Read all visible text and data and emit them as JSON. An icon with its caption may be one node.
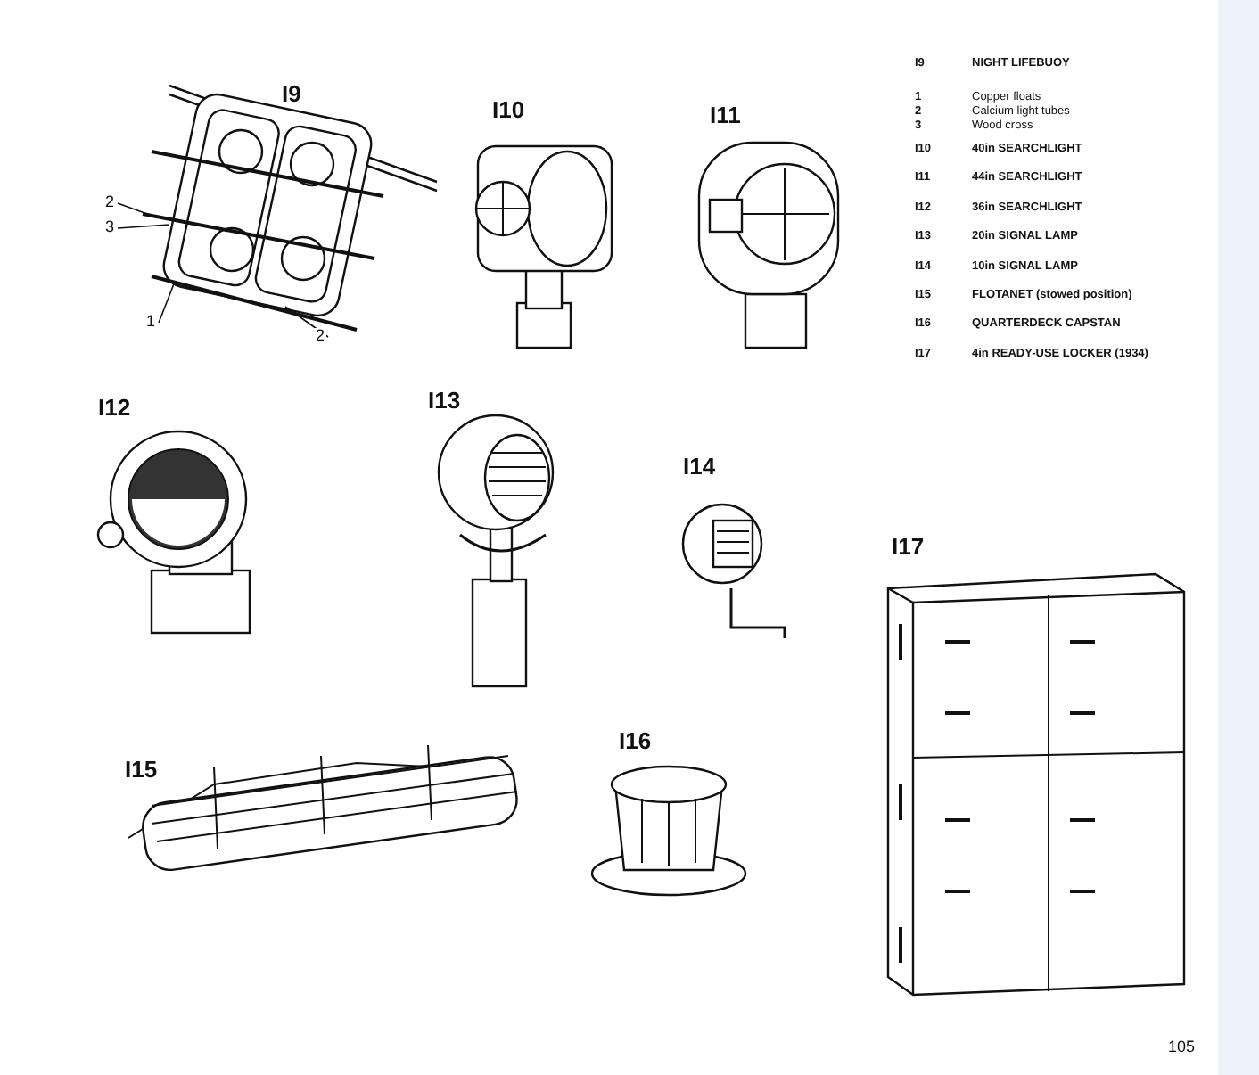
{
  "diagram": {
    "nodes": [
      {
        "text": [
          "2"
        ]
      },
      {
        "text": [
          "3"
        ]
      },
      {
        "text": [
          "1"
        ]
      },
      {
        "text": [
          "2"
        ]
      }
    ],
    "edges": [
      {
        "from": 0,
        "to": null,
        "arrow": "none"
      },
      {
        "from": 1,
        "to": null,
        "arrow": "none"
      },
      {
        "from": 2,
        "to": null,
        "arrow": "none"
      },
      {
        "from": 3,
        "to": null,
        "arrow": "none"
      }
    ],
    "labels": [
      "I9",
      "I10",
      "I11",
      "I9",
      "NIGHT LIFEBUOY",
      "1",
      "Copper floats",
      "2",
      "Calcium light tubes",
      "3",
      "Wood cross",
      "I10",
      "40in SEARCHLIGHT",
      "I11",
      "44in SEARCHLIGHT",
      "I12",
      "36in SEARCHLIGHT",
      "I13",
      "20in SIGNAL LAMP",
      "I14",
      "10in SIGNAL LAMP",
      "I15",
      "FLOTANET (stowed position)",
      "I16",
      "QUARTERDECK CAPSTAN",
      "I17",
      "4in READY-USE LOCKER (1934)",
      "I12",
      "I13",
      "I14",
      "I17",
      "I15",
      "I16",
      "105"
    ]
  }
}
